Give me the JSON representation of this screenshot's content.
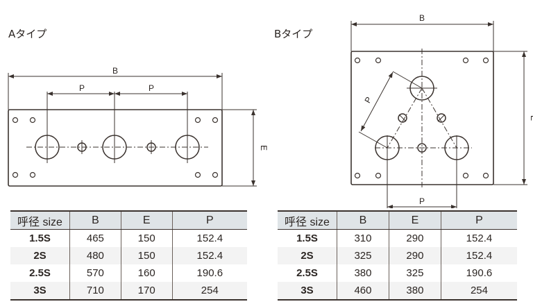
{
  "type_a": {
    "title": "Aタイプ",
    "labels": {
      "b": "B",
      "p1": "P",
      "p2": "P",
      "e": "E"
    },
    "table": {
      "headers": [
        "呼径 size",
        "B",
        "E",
        "P"
      ],
      "rows": [
        [
          "1.5S",
          "465",
          "150",
          "152.4"
        ],
        [
          "2S",
          "480",
          "150",
          "152.4"
        ],
        [
          "2.5S",
          "570",
          "160",
          "190.6"
        ],
        [
          "3S",
          "710",
          "170",
          "254"
        ]
      ]
    }
  },
  "type_b": {
    "title": "Bタイプ",
    "labels": {
      "b": "B",
      "p_diag": "P",
      "p_bottom": "P",
      "e": "E"
    },
    "table": {
      "headers": [
        "呼径 size",
        "B",
        "E",
        "P"
      ],
      "rows": [
        [
          "1.5S",
          "310",
          "290",
          "152.4"
        ],
        [
          "2S",
          "325",
          "290",
          "152.4"
        ],
        [
          "2.5S",
          "380",
          "325",
          "190.6"
        ],
        [
          "3S",
          "460",
          "380",
          "254"
        ]
      ]
    }
  }
}
